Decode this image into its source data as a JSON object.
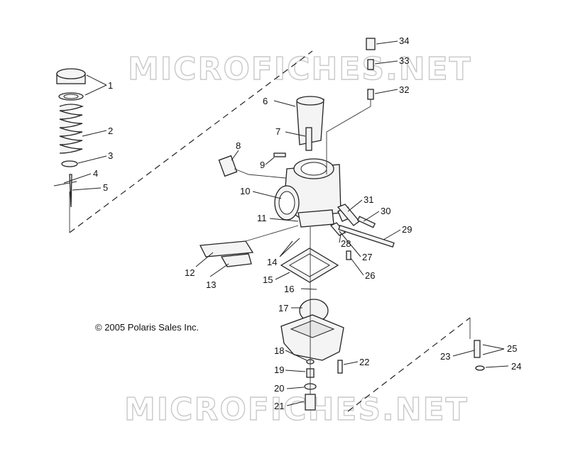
{
  "watermark": {
    "text": "MICROFICHES.NET",
    "color": "#c9c9c9"
  },
  "copyright": "© 2005 Polaris Sales Inc.",
  "callouts": [
    {
      "num": "1"
    },
    {
      "num": "2"
    },
    {
      "num": "3"
    },
    {
      "num": "4"
    },
    {
      "num": "5"
    },
    {
      "num": "6"
    },
    {
      "num": "7"
    },
    {
      "num": "8"
    },
    {
      "num": "9"
    },
    {
      "num": "10"
    },
    {
      "num": "11"
    },
    {
      "num": "12"
    },
    {
      "num": "13"
    },
    {
      "num": "14"
    },
    {
      "num": "15"
    },
    {
      "num": "16"
    },
    {
      "num": "17"
    },
    {
      "num": "18"
    },
    {
      "num": "19"
    },
    {
      "num": "20"
    },
    {
      "num": "21"
    },
    {
      "num": "22"
    },
    {
      "num": "23"
    },
    {
      "num": "24"
    },
    {
      "num": "25"
    },
    {
      "num": "26"
    },
    {
      "num": "27"
    },
    {
      "num": "28"
    },
    {
      "num": "29"
    },
    {
      "num": "30"
    },
    {
      "num": "31"
    },
    {
      "num": "32"
    },
    {
      "num": "33"
    },
    {
      "num": "34"
    }
  ]
}
